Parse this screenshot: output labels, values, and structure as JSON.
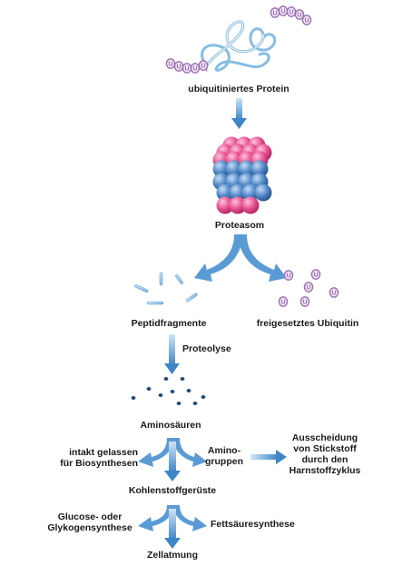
{
  "labels": {
    "ubiquitinated_protein": "ubiquitiniertes Protein",
    "proteasome": "Proteasom",
    "peptide_fragments": "Peptidfragmente",
    "released_ubiquitin": "freigesetztes Ubiquitin",
    "proteolysis": "Proteolyse",
    "amino_acids": "Aminosäuren",
    "intact_for_biosynthesis": "intakt gelassen\nfür Biosynthesen",
    "amino_groups": "Amino-\ngruppen",
    "nitrogen_excretion": "Ausscheidung\nvon Stickstoff\ndurch den\nHarnstoffzyklus",
    "carbon_skeletons": "Kohlenstoffgerüste",
    "glucose_glycogen_synthesis": "Glucose- oder\nGlykogensynthese",
    "fatty_acid_synthesis": "Fettsäuresynthese",
    "cellular_respiration": "Zellatmung"
  },
  "ubiquitin_letter": "U",
  "colors": {
    "arrow": "#5b9bd5",
    "arrow_light": "#b8d8f0",
    "ubiquitin": "#9b6fb0",
    "ubiquitin_fill": "#efe3f5",
    "proteasome_pink": "#e0508a",
    "proteasome_blue": "#4f86c6",
    "fragment": "#7fb3d9",
    "amino_acid_dot": "#1f4d7a",
    "protein_line": "#7fb8e0"
  }
}
